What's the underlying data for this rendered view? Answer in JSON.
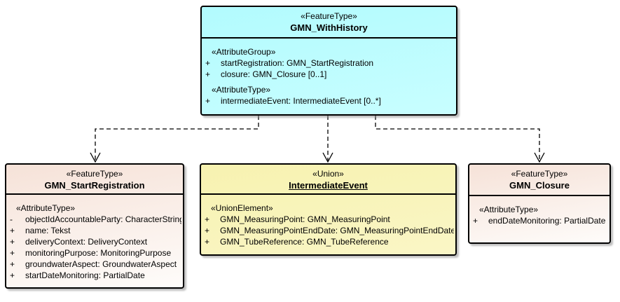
{
  "page": {
    "background": "#FFFFFF",
    "line_color": "#000000"
  },
  "classes": [
    {
      "stereotype": "«FeatureType»",
      "name": "GMN_WithHistory",
      "name_underlined": false,
      "fill_top": "#B2FBFE",
      "fill_bottom": "#C8FEFF",
      "sections": [
        {
          "stereotype": "«AttributeGroup»",
          "attributes": [
            {
              "visibility": "+",
              "text": "startRegistration: GMN_StartRegistration"
            },
            {
              "visibility": "+",
              "text": "closure: GMN_Closure [0..1]"
            }
          ]
        },
        {
          "stereotype": "«AttributeType»",
          "attributes": [
            {
              "visibility": "+",
              "text": "intermediateEvent: IntermediateEvent [0..*]"
            }
          ]
        }
      ]
    },
    {
      "stereotype": "«FeatureType»",
      "name": "GMN_StartRegistration",
      "name_underlined": false,
      "fill_top": "#F6E2D8",
      "fill_bottom": "#FEFCFA",
      "sections": [
        {
          "stereotype": "«AttributeType»",
          "attributes": [
            {
              "visibility": "-",
              "text": "objectIdAccountableParty: CharacterString"
            },
            {
              "visibility": "+",
              "text": "name: Tekst"
            },
            {
              "visibility": "+",
              "text": "deliveryContext: DeliveryContext"
            },
            {
              "visibility": "+",
              "text": "monitoringPurpose: MonitoringPurpose"
            },
            {
              "visibility": "+",
              "text": "groundwaterAspect: GroundwaterAspect"
            },
            {
              "visibility": "+",
              "text": "startDateMonitoring: PartialDate"
            }
          ]
        }
      ]
    },
    {
      "stereotype": "«Union»",
      "name": "IntermediateEvent",
      "name_underlined": true,
      "fill_top": "#F7F2B0",
      "fill_bottom": "#FAF6C6",
      "sections": [
        {
          "stereotype": "«UnionElement»",
          "attributes": [
            {
              "visibility": "+",
              "text": "GMN_MeasuringPoint: GMN_MeasuringPoint"
            },
            {
              "visibility": "+",
              "text": "GMN_MeasuringPointEndDate: GMN_MeasuringPointEndDate"
            },
            {
              "visibility": "+",
              "text": "GMN_TubeReference: GMN_TubeReference"
            }
          ]
        }
      ]
    },
    {
      "stereotype": "«FeatureType»",
      "name": "GMN_Closure",
      "name_underlined": false,
      "fill_top": "#F6E2D8",
      "fill_bottom": "#FEFCFA",
      "sections": [
        {
          "stereotype": "«AttributeType»",
          "attributes": [
            {
              "visibility": "+",
              "text": "endDateMonitoring: PartialDate"
            }
          ]
        }
      ]
    }
  ],
  "connectors": [
    {
      "type": "dashed-dependency",
      "from": "GMN_WithHistory",
      "to": "GMN_StartRegistration"
    },
    {
      "type": "dashed-dependency",
      "from": "GMN_WithHistory",
      "to": "IntermediateEvent"
    },
    {
      "type": "dashed-dependency",
      "from": "GMN_WithHistory",
      "to": "GMN_Closure"
    }
  ]
}
